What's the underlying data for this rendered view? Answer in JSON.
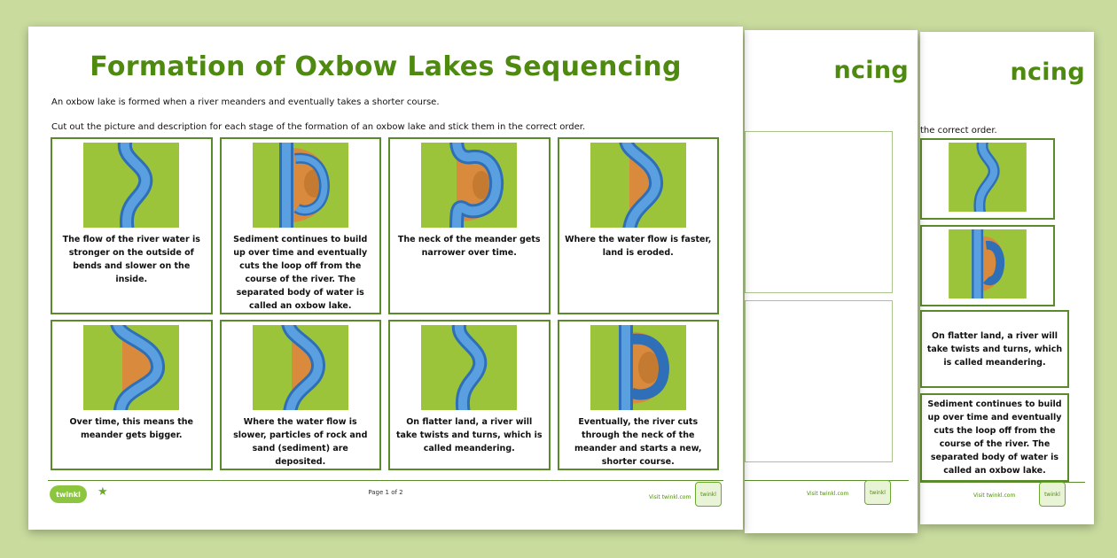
{
  "document": {
    "title": "Formation of Oxbow Lakes Sequencing",
    "title_partial": "ncing",
    "intro_line_1": "An oxbow lake is formed when a river meanders and eventually takes a shorter course.",
    "intro_line_2": "Cut out the picture and description for each stage of the formation of an oxbow lake and stick them in the correct order.",
    "back_intro_partial": "the correct order.",
    "cards": [
      {
        "stage": "meander-slight",
        "text": "The flow of the river water is stronger on the outside of bends and slower on the inside."
      },
      {
        "stage": "oxbow-formed",
        "text": "Sediment continues to build up over time and eventually cuts the loop off from the course of the river. The separated body of water is called an oxbow lake."
      },
      {
        "stage": "neck-narrow",
        "text": "The neck of the meander gets narrower over time."
      },
      {
        "stage": "erosion",
        "text": "Where the water flow is faster, land is eroded."
      },
      {
        "stage": "meander-bigger",
        "text": "Over time, this means the meander gets bigger."
      },
      {
        "stage": "deposition",
        "text": "Where the water flow is slower, particles of rock and sand (sediment) are deposited."
      },
      {
        "stage": "river-winding",
        "text": "On flatter land, a river will take twists and turns, which is called meandering."
      },
      {
        "stage": "cut-through",
        "text": "Eventually, the river cuts through the neck of the meander and starts a new, shorter course."
      }
    ],
    "back_cards_text": [
      "On flatter land, a river will take twists and turns, which is called meandering.",
      "Sediment continues to build up over time and eventually cuts the loop off from the course of the river. The separated body of water is called an oxbow lake."
    ],
    "footer": {
      "logo": "twinkl",
      "page": "Page 1 of 2",
      "visit": "Visit twinkl.com",
      "badge": "twinkl"
    }
  },
  "colors": {
    "background": "#c9dc9e",
    "title_green": "#4f8a10",
    "card_border": "#5b8a2c",
    "land": "#9cc43a",
    "river": "#4a90d9",
    "sediment": "#d98a3c"
  },
  "icons": [
    "star-icon",
    "twinkl-logo",
    "quality-badge-icon"
  ]
}
